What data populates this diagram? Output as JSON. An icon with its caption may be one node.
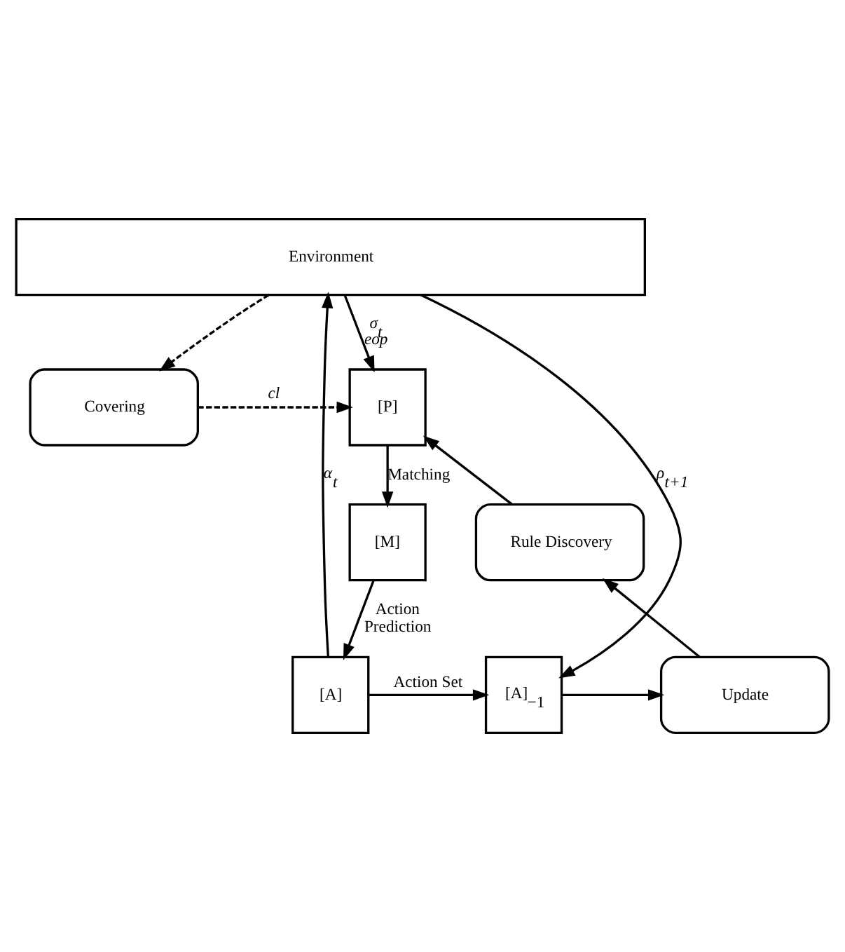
{
  "diagram": {
    "nodes": [
      {
        "text": [
          "Environment"
        ]
      },
      {
        "text": [
          "Covering"
        ]
      },
      {
        "text": [
          "[P]"
        ]
      },
      {
        "text": [
          "Rule Discovery"
        ]
      },
      {
        "text": [
          "[M]"
        ]
      },
      {
        "text": [
          "Update"
        ]
      },
      {
        "text": [
          "[A]$_{−1}$"
        ]
      },
      {
        "text": [
          "[A]"
        ]
      }
    ],
    "edges": [
      {
        "from": 0,
        "to": 2,
        "arrow": "to",
        "label": "σ$_{t}$ eop"
      },
      {
        "from": 0,
        "to": 1,
        "arrow": "to",
        "style": "dashed"
      },
      {
        "from": 1,
        "to": 2,
        "arrow": "to",
        "style": "dashed",
        "label": "cl"
      },
      {
        "from": 3,
        "to": 2,
        "arrow": "to"
      },
      {
        "from": 2,
        "to": 4,
        "arrow": "to",
        "label": "Matching"
      },
      {
        "from": 4,
        "to": 7,
        "arrow": "to",
        "label": "Action Prediction"
      },
      {
        "from": 5,
        "to": 3,
        "arrow": "to"
      },
      {
        "from": 6,
        "to": 5,
        "arrow": "to"
      },
      {
        "from": 0,
        "to": 6,
        "arrow": "to",
        "label": "ρ$_{t+1}$"
      },
      {
        "from": 7,
        "to": 6,
        "arrow": "to",
        "label": "Action Set"
      },
      {
        "from": 7,
        "to": 0,
        "arrow": "to",
        "label": "α$_{t}$"
      }
    ]
  }
}
